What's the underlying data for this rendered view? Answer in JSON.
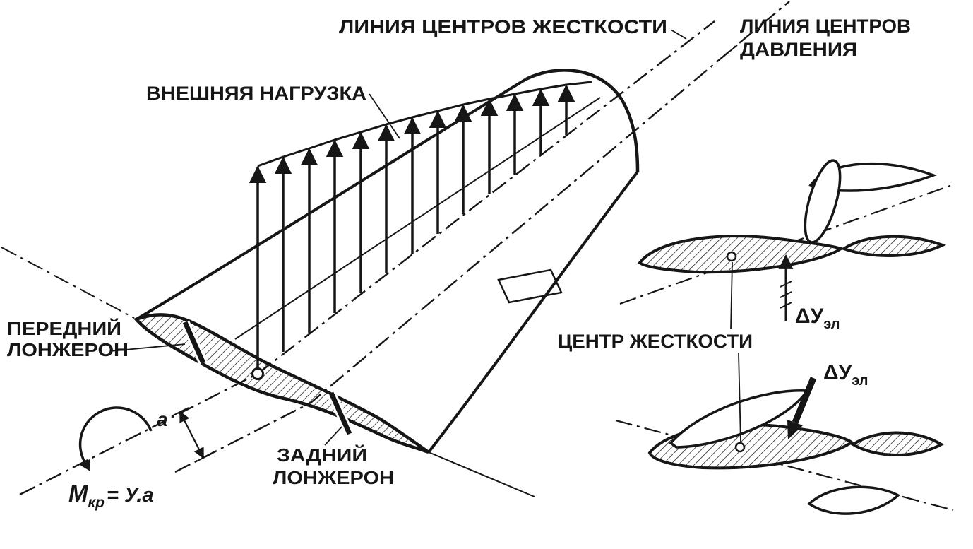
{
  "figure": {
    "colors": {
      "ink": "#161616",
      "paper": "#ffffff"
    },
    "labels": {
      "line_of_stiffness_centers": "ЛИНИЯ ЦЕНТРОВ ЖЕСТКОСТИ",
      "line_of_pressure_centers_1": "ЛИНИЯ ЦЕНТРОВ",
      "line_of_pressure_centers_2": "ДАВЛЕНИЯ",
      "external_load": "ВНЕШНЯЯ НАГРУЗКА",
      "front_spar_1": "ПЕРЕДНИЙ",
      "front_spar_2": "ЛОНЖЕРОН",
      "rear_spar_1": "ЗАДНИЙ",
      "rear_spar_2": "ЛОНЖЕРОН",
      "stiffness_center": "ЦЕНТР ЖЕСТКОСТИ",
      "dim_a": "а",
      "torque": {
        "m": "М",
        "sub": "кр",
        "rest": "= У.а"
      },
      "delta_lift": {
        "main": "ΔУ",
        "sub": "эл"
      }
    }
  }
}
